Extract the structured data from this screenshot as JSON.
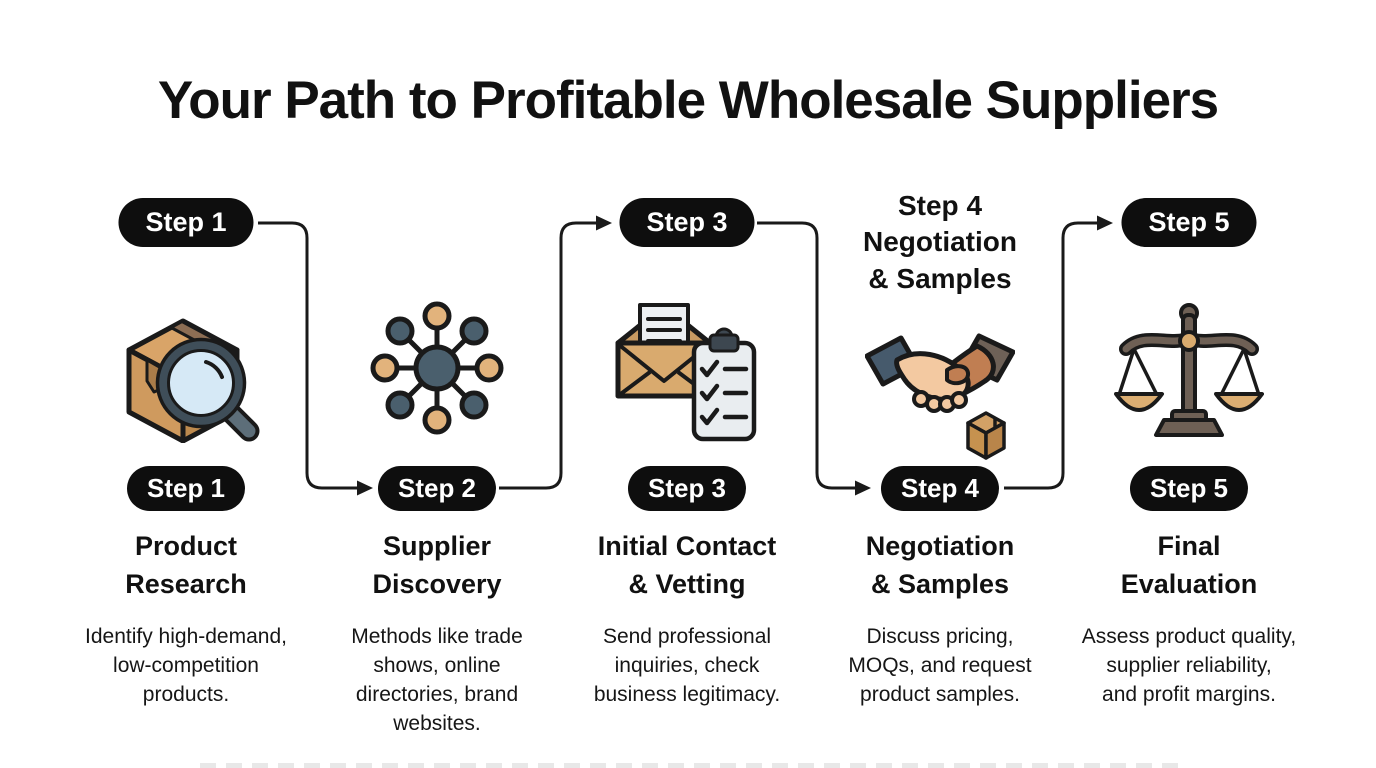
{
  "title": "Your Path to Profitable Wholesale Suppliers",
  "colors": {
    "background": "#ffffff",
    "badge_bg": "#0e0e0e",
    "badge_text": "#ffffff",
    "heading_text": "#111111",
    "body_text": "#161616",
    "connector": "#1a1a1a",
    "accent_tan": "#d9a468",
    "accent_slate": "#4a5f6d"
  },
  "steps": [
    {
      "id": 1,
      "top_badge": "Step 1",
      "badge": "Step 1",
      "title": "Product\nResearch",
      "description": "Identify high-demand,\nlow-competition\nproducts.",
      "icon": "box-magnifier"
    },
    {
      "id": 2,
      "badge": "Step 2",
      "title": "Supplier\nDiscovery",
      "description": "Methods like trade\nshows, online\ndirectories, brand\nwebsites.",
      "icon": "network-hub"
    },
    {
      "id": 3,
      "top_badge": "Step 3",
      "badge": "Step 3",
      "title": "Initial Contact\n& Vetting",
      "description": "Send professional\ninquiries, check\nbusiness legitimacy.",
      "icon": "envelope-checklist"
    },
    {
      "id": 4,
      "top_header": "Step 4\nNegotiation\n& Samples",
      "badge": "Step 4",
      "title": "Negotiation\n& Samples",
      "description": "Discuss pricing,\nMOQs, and request\nproduct samples.",
      "icon": "handshake-package"
    },
    {
      "id": 5,
      "top_badge": "Step 5",
      "badge": "Step 5",
      "title": "Final\nEvaluation",
      "description": "Assess product quality,\nsupplier reliability,\nand profit margins.",
      "icon": "balance-scale"
    }
  ]
}
